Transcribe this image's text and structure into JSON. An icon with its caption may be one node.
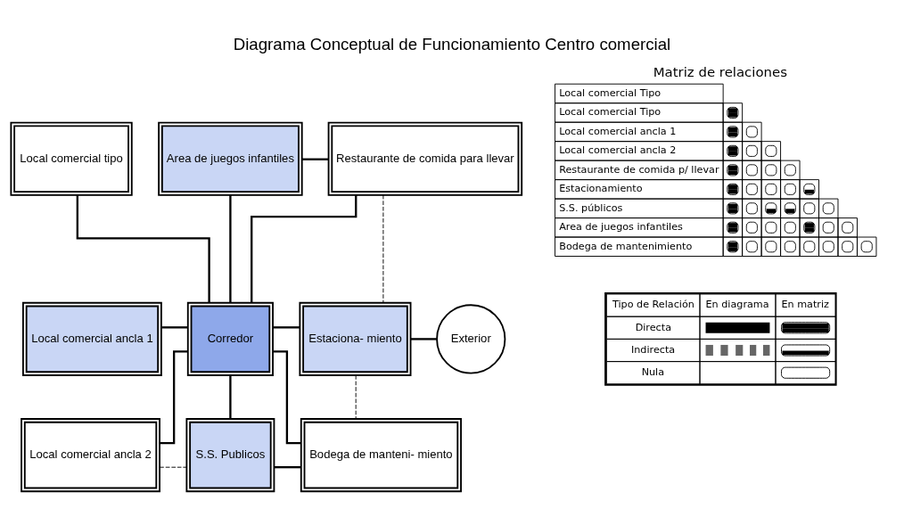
{
  "diagram": {
    "title": "Diagrama Conceptual de Funcionamiento Centro comercial",
    "nodes": [
      {
        "text": [
          "Local comercial tipo"
        ]
      },
      {
        "text": [
          "Area de juegos infantiles"
        ]
      },
      {
        "text": [
          "Restaurante de comida para llevar"
        ]
      },
      {
        "text": [
          "Local comercial ancla 1"
        ]
      },
      {
        "text": [
          "Corredor"
        ]
      },
      {
        "text": [
          "Estaciona- miento"
        ]
      },
      {
        "text": [
          "Exterior"
        ]
      },
      {
        "text": [
          "Local comercial ancla 2"
        ]
      },
      {
        "text": [
          "S.S. Publicos"
        ]
      },
      {
        "text": [
          "Bodega de manteni- miento"
        ]
      }
    ],
    "edges": [
      {
        "from": 0,
        "to": 4,
        "arrow": "none"
      },
      {
        "from": 1,
        "to": 4,
        "arrow": "none"
      },
      {
        "from": 2,
        "to": 4,
        "arrow": "none"
      },
      {
        "from": 1,
        "to": 2,
        "arrow": "none"
      },
      {
        "from": 3,
        "to": 4,
        "arrow": "none"
      },
      {
        "from": 4,
        "to": 5,
        "arrow": "none"
      },
      {
        "from": 5,
        "to": 6,
        "arrow": "none"
      },
      {
        "from": 2,
        "to": 5,
        "arrow": "none",
        "style": "dashed"
      },
      {
        "from": 5,
        "to": 9,
        "arrow": "none",
        "style": "dashed"
      },
      {
        "from": 4,
        "to": 7,
        "arrow": "none"
      },
      {
        "from": 4,
        "to": 8,
        "arrow": "none"
      },
      {
        "from": 4,
        "to": 9,
        "arrow": "none"
      },
      {
        "from": 7,
        "to": 8,
        "arrow": "none",
        "style": "dashed"
      },
      {
        "from": 8,
        "to": 9,
        "arrow": "none"
      }
    ],
    "labels": [
      "Matriz de relaciones",
      "Local comercial Tipo",
      "Local comercial Tipo",
      "Local comercial ancla 1",
      "Local comercial ancla 2",
      "Restaurante de comida p/ llevar",
      "Estacionamiento",
      "S.S. públicos",
      "Area de juegos infantiles",
      "Bodega de mantenimiento",
      "Tipo de Relación",
      "En diagrama",
      "En matriz",
      "Directa",
      "Indirecta",
      "Nula"
    ]
  }
}
